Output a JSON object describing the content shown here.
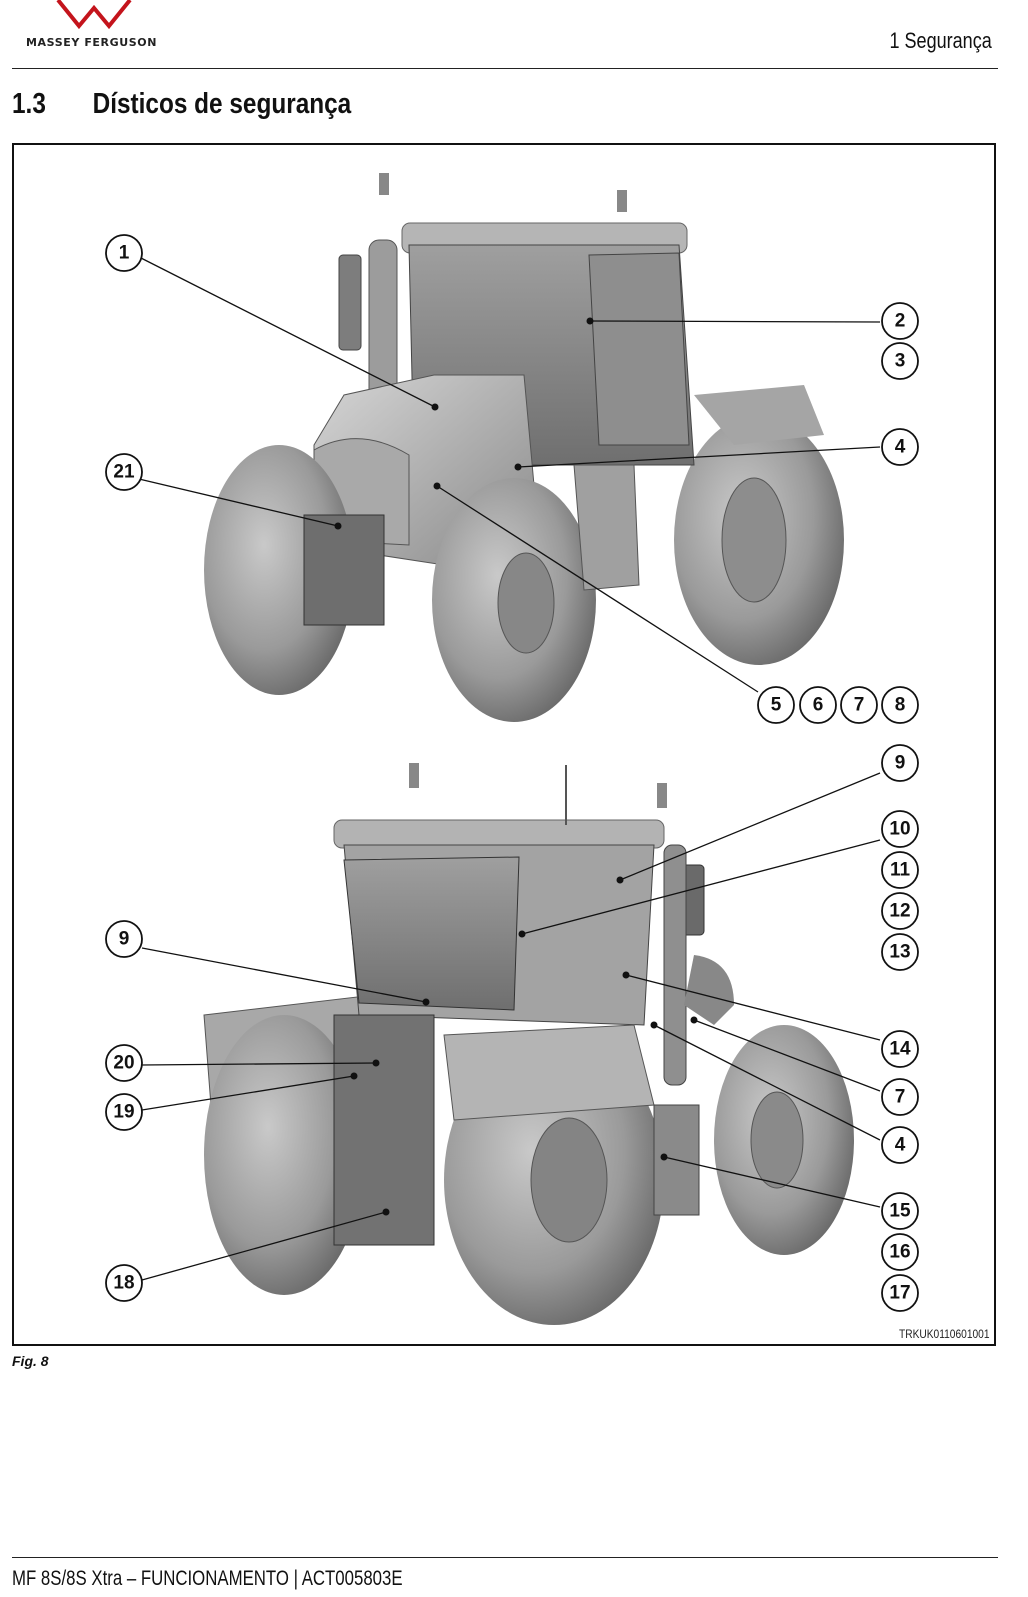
{
  "header": {
    "brand": "MASSEY FERGUSON",
    "chapter": "1 Segurança",
    "logo_color": "#c4141c"
  },
  "section": {
    "number": "1.3",
    "title": "Dísticos de segurança"
  },
  "figure": {
    "code": "TRKUK0110601001",
    "caption": "Fig. 8",
    "callouts": [
      "1",
      "2",
      "3",
      "4",
      "5",
      "6",
      "7",
      "8",
      "9",
      "10",
      "11",
      "12",
      "13",
      "14",
      "7",
      "4",
      "15",
      "16",
      "17",
      "18",
      "19",
      "20",
      "21",
      "9"
    ]
  },
  "footer": {
    "text": "MF 8S/8S Xtra – FUNCIONAMENTO | ACT005803E"
  }
}
